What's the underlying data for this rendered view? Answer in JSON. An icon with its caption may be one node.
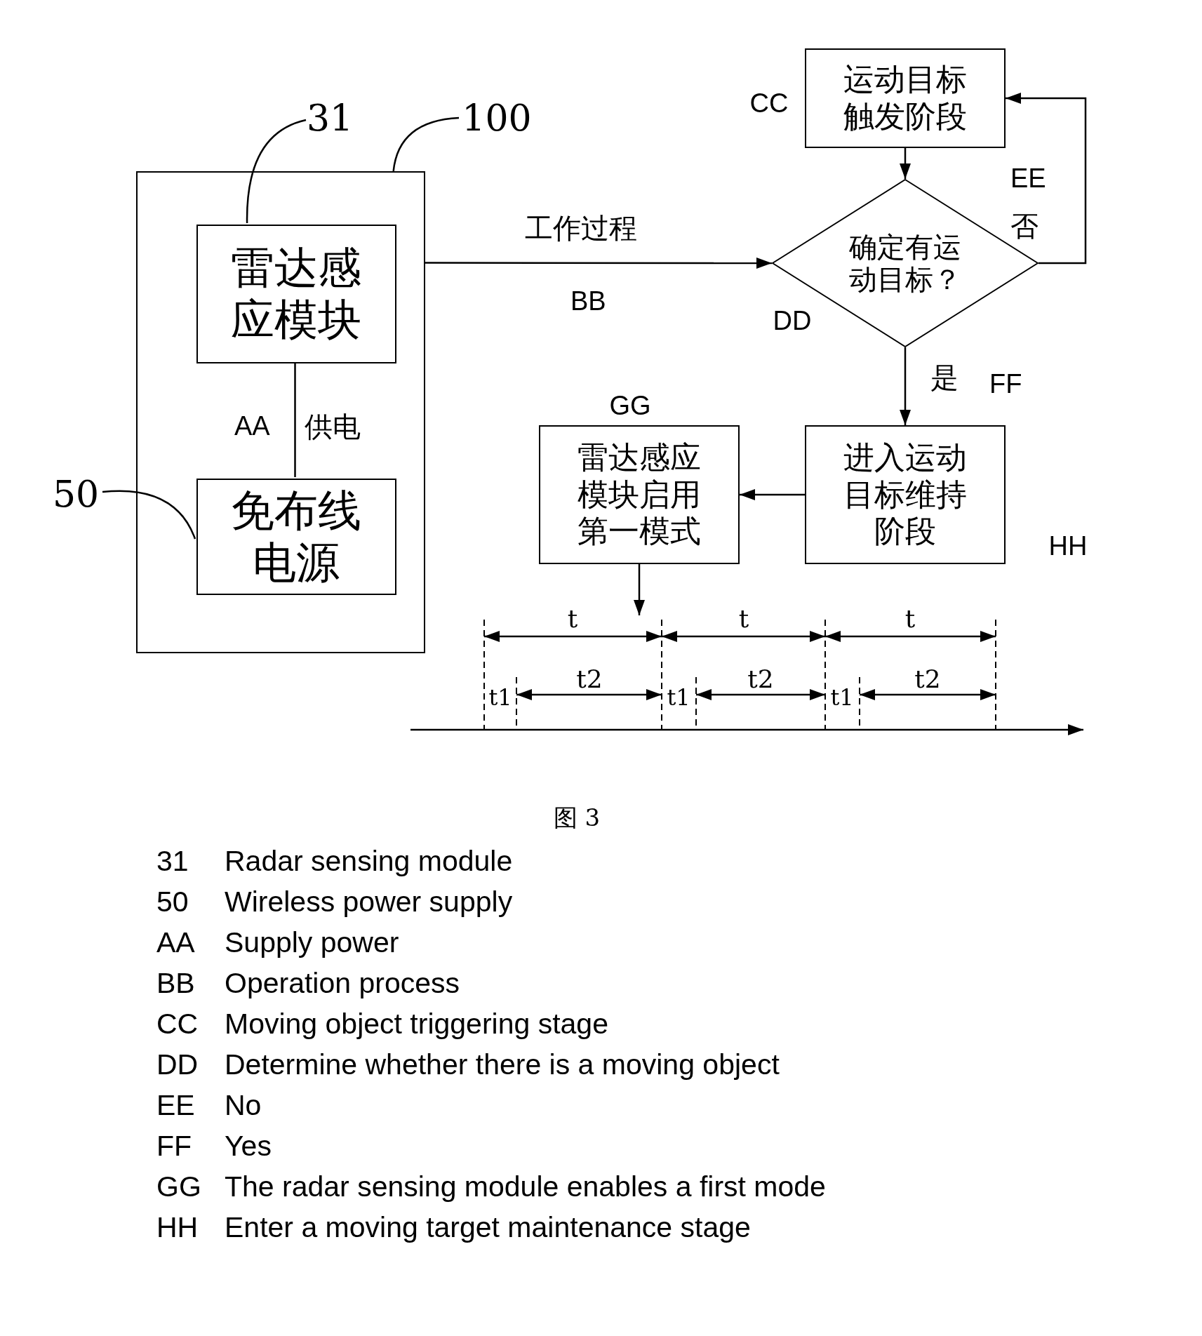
{
  "diagram": {
    "caption": "图 3",
    "nodes": [
      {
        "text": [],
        "shape": "box"
      },
      {
        "text": [
          "雷达感应模块"
        ],
        "in": 0
      },
      {
        "text": [
          "免布线电源"
        ],
        "in": 0
      },
      {
        "text": [
          "31"
        ]
      },
      {
        "text": [
          "100"
        ]
      },
      {
        "text": [
          "50"
        ]
      },
      {
        "text": [
          "运动目标触发阶段"
        ],
        "beside": [
          "CC"
        ]
      },
      {
        "text": [
          "确定有运动目标？"
        ],
        "beside": [
          "DD"
        ]
      },
      {
        "text": [
          "进入运动目标维持阶段"
        ],
        "beside": [
          "HH"
        ]
      },
      {
        "text": [
          "雷达感应模块启用第一模式"
        ],
        "beside": [
          "GG"
        ]
      }
    ],
    "edges": [
      {
        "from": 0,
        "to": 7,
        "arrow": "to",
        "label": "工作过程"
      },
      {
        "from": 1,
        "to": 2,
        "arrow": "none",
        "label": "供电"
      },
      {
        "from": 6,
        "to": 7,
        "arrow": "to"
      },
      {
        "from": 7,
        "to": 6,
        "arrow": "to",
        "label": "否"
      },
      {
        "from": 7,
        "to": 8,
        "arrow": "to",
        "label": "是"
      },
      {
        "from": 8,
        "to": 9,
        "arrow": "to"
      },
      {
        "from": 3,
        "to": 1,
        "arrow": "none"
      },
      {
        "from": 4,
        "to": 0,
        "arrow": "none"
      },
      {
        "from": 5,
        "to": 2,
        "arrow": "none"
      },
      {
        "from": 9,
        "to": null,
        "arrow": "to"
      }
    ],
    "labels": [
      "BB",
      "EE",
      "FF",
      "AA",
      "t",
      "t",
      "t",
      "t1",
      "t2",
      "t1",
      "t2",
      "t1",
      "t2",
      "31",
      "Radar sensing module",
      "50",
      "Wireless power supply",
      "AA",
      "Supply power",
      "BB",
      "Operation process",
      "CC",
      "Moving object triggering stage",
      "DD",
      "Determine whether there is a moving object",
      "EE",
      "No",
      "FF",
      "Yes",
      "GG",
      "The radar sensing module enables a first mode",
      "HH",
      "Enter a moving target maintenance stage"
    ]
  }
}
